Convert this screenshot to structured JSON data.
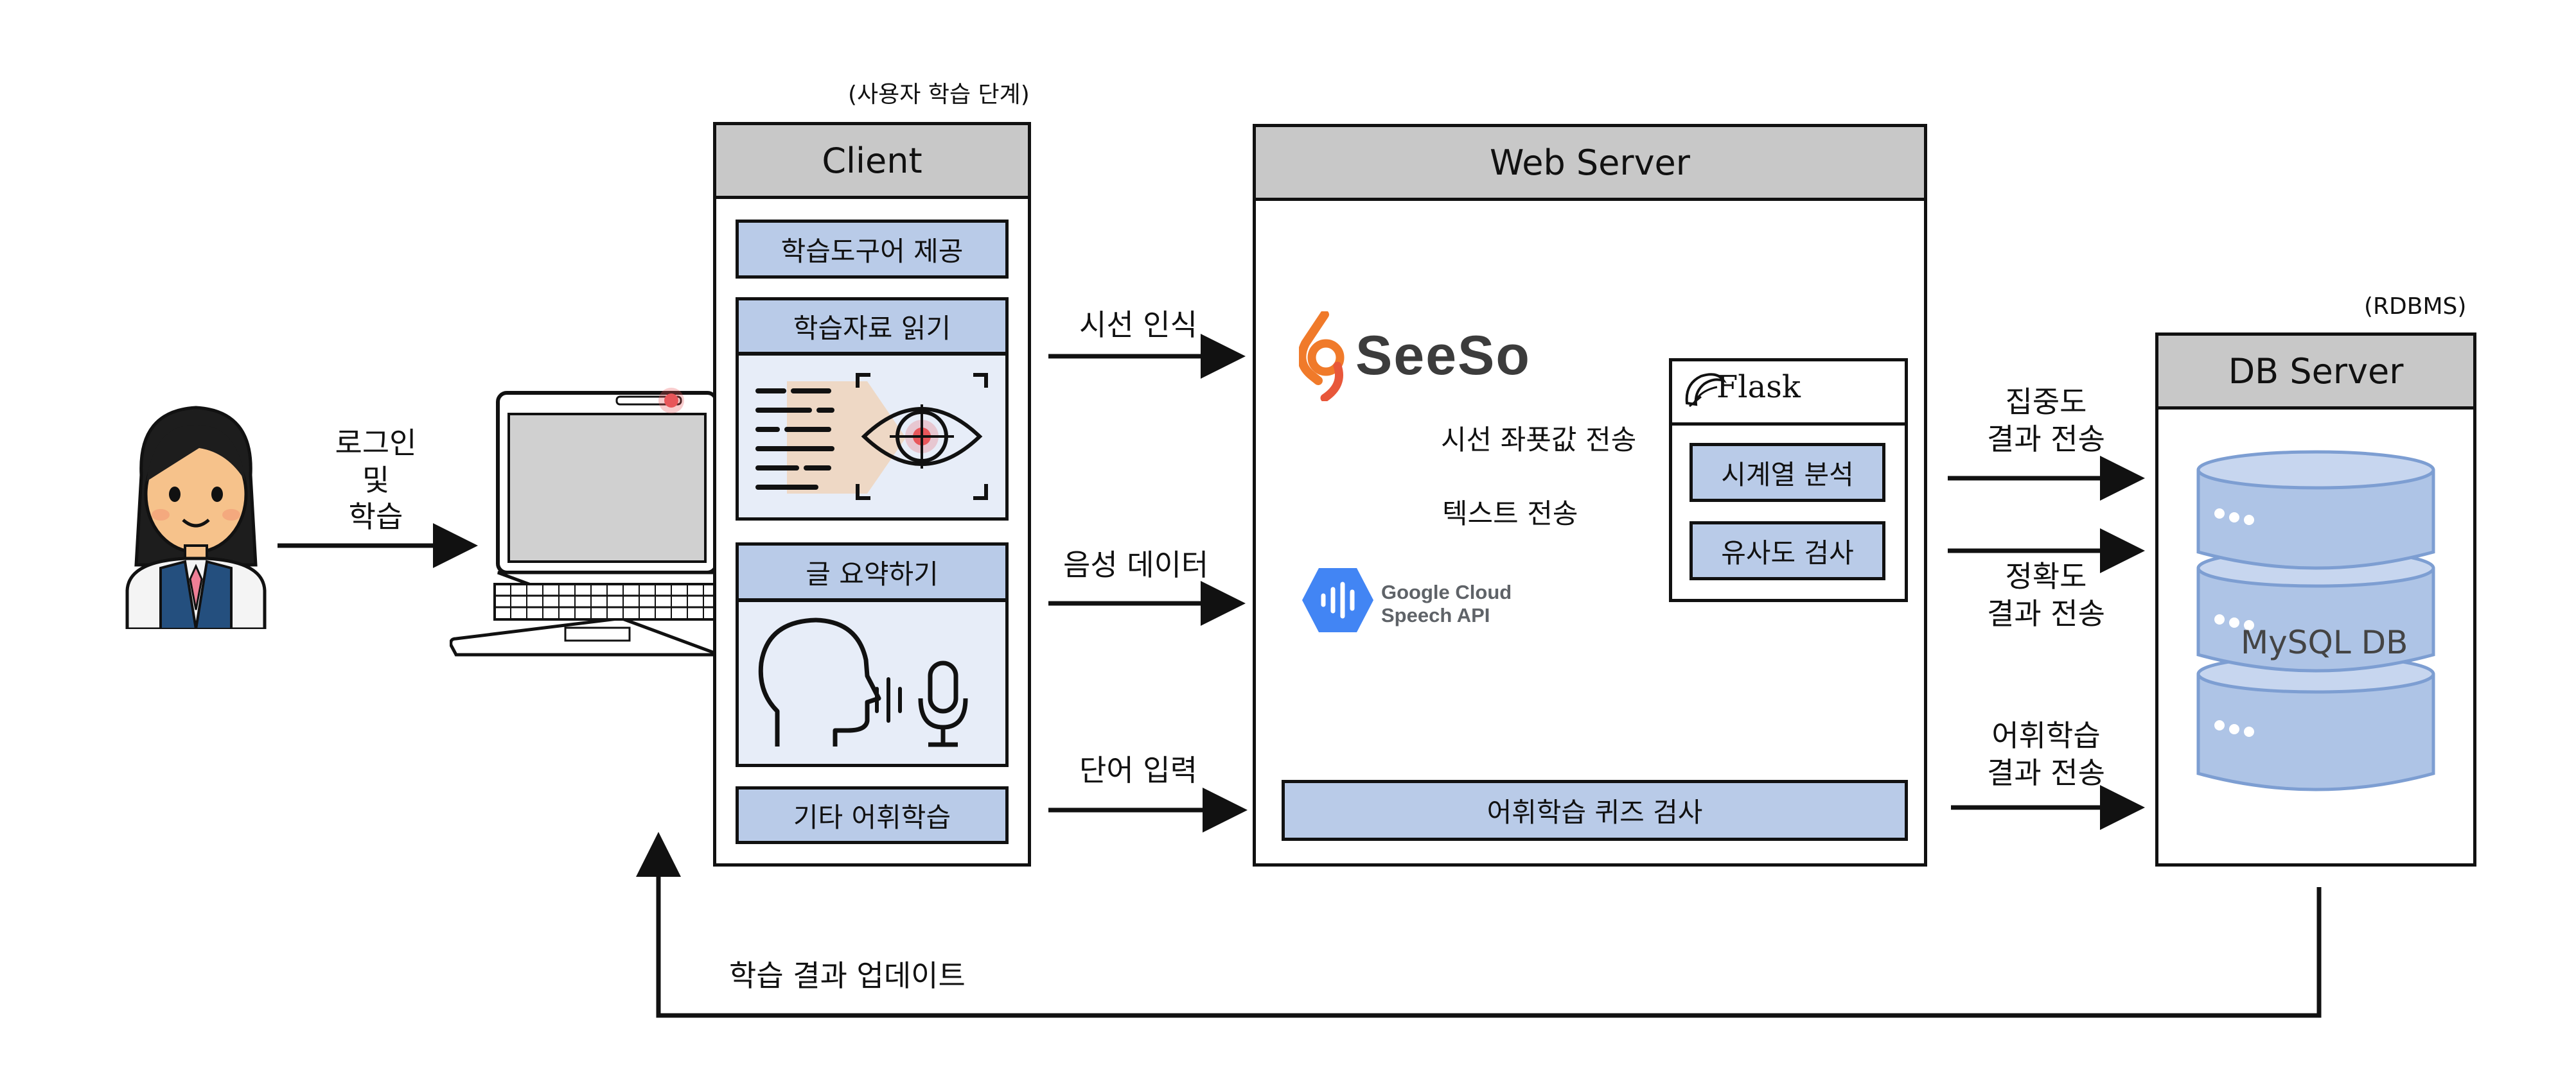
{
  "user": {
    "flow_label_lines": [
      "로그인",
      "및",
      "학습"
    ]
  },
  "client": {
    "stage_note": "(사용자 학습 단계)",
    "title": "Client",
    "items": {
      "tools": "학습도구어 제공",
      "reading": "학습자료 읽기",
      "summary": "글 요약하기",
      "vocab": "기타 어휘학습"
    }
  },
  "flows_to_server": {
    "gaze": "시선 인식",
    "voice": "음성 데이터",
    "word": "단어 입력"
  },
  "web_server": {
    "title": "Web Server",
    "seeso_logo": "SeeSo",
    "google_logo_lines": [
      "Google Cloud",
      "Speech API"
    ],
    "flask_logo": "Flask",
    "gaze_send": "시선 좌푯값 전송",
    "text_send": "텍스트 전송",
    "timeseries": "시계열 분석",
    "similarity": "유사도 검사",
    "quiz": "어휘학습 퀴즈 검사"
  },
  "flows_to_db": {
    "focus": [
      "집중도",
      "결과 전송"
    ],
    "accuracy": [
      "정확도",
      "결과 전송"
    ],
    "vocab": [
      "어휘학습",
      "결과 전송"
    ]
  },
  "db_server": {
    "note": "(RDBMS)",
    "title": "DB Server",
    "db_label": "MySQL DB"
  },
  "feedback": "학습 결과 업데이트",
  "colors": {
    "pill_fill": "#b9cbe8",
    "panel_fill": "#e7edf8",
    "header_fill": "#c8c8c8",
    "db_fill": "#aec4e6",
    "seeso_orange": "#f07a2a",
    "google_blue": "#4285f4"
  }
}
